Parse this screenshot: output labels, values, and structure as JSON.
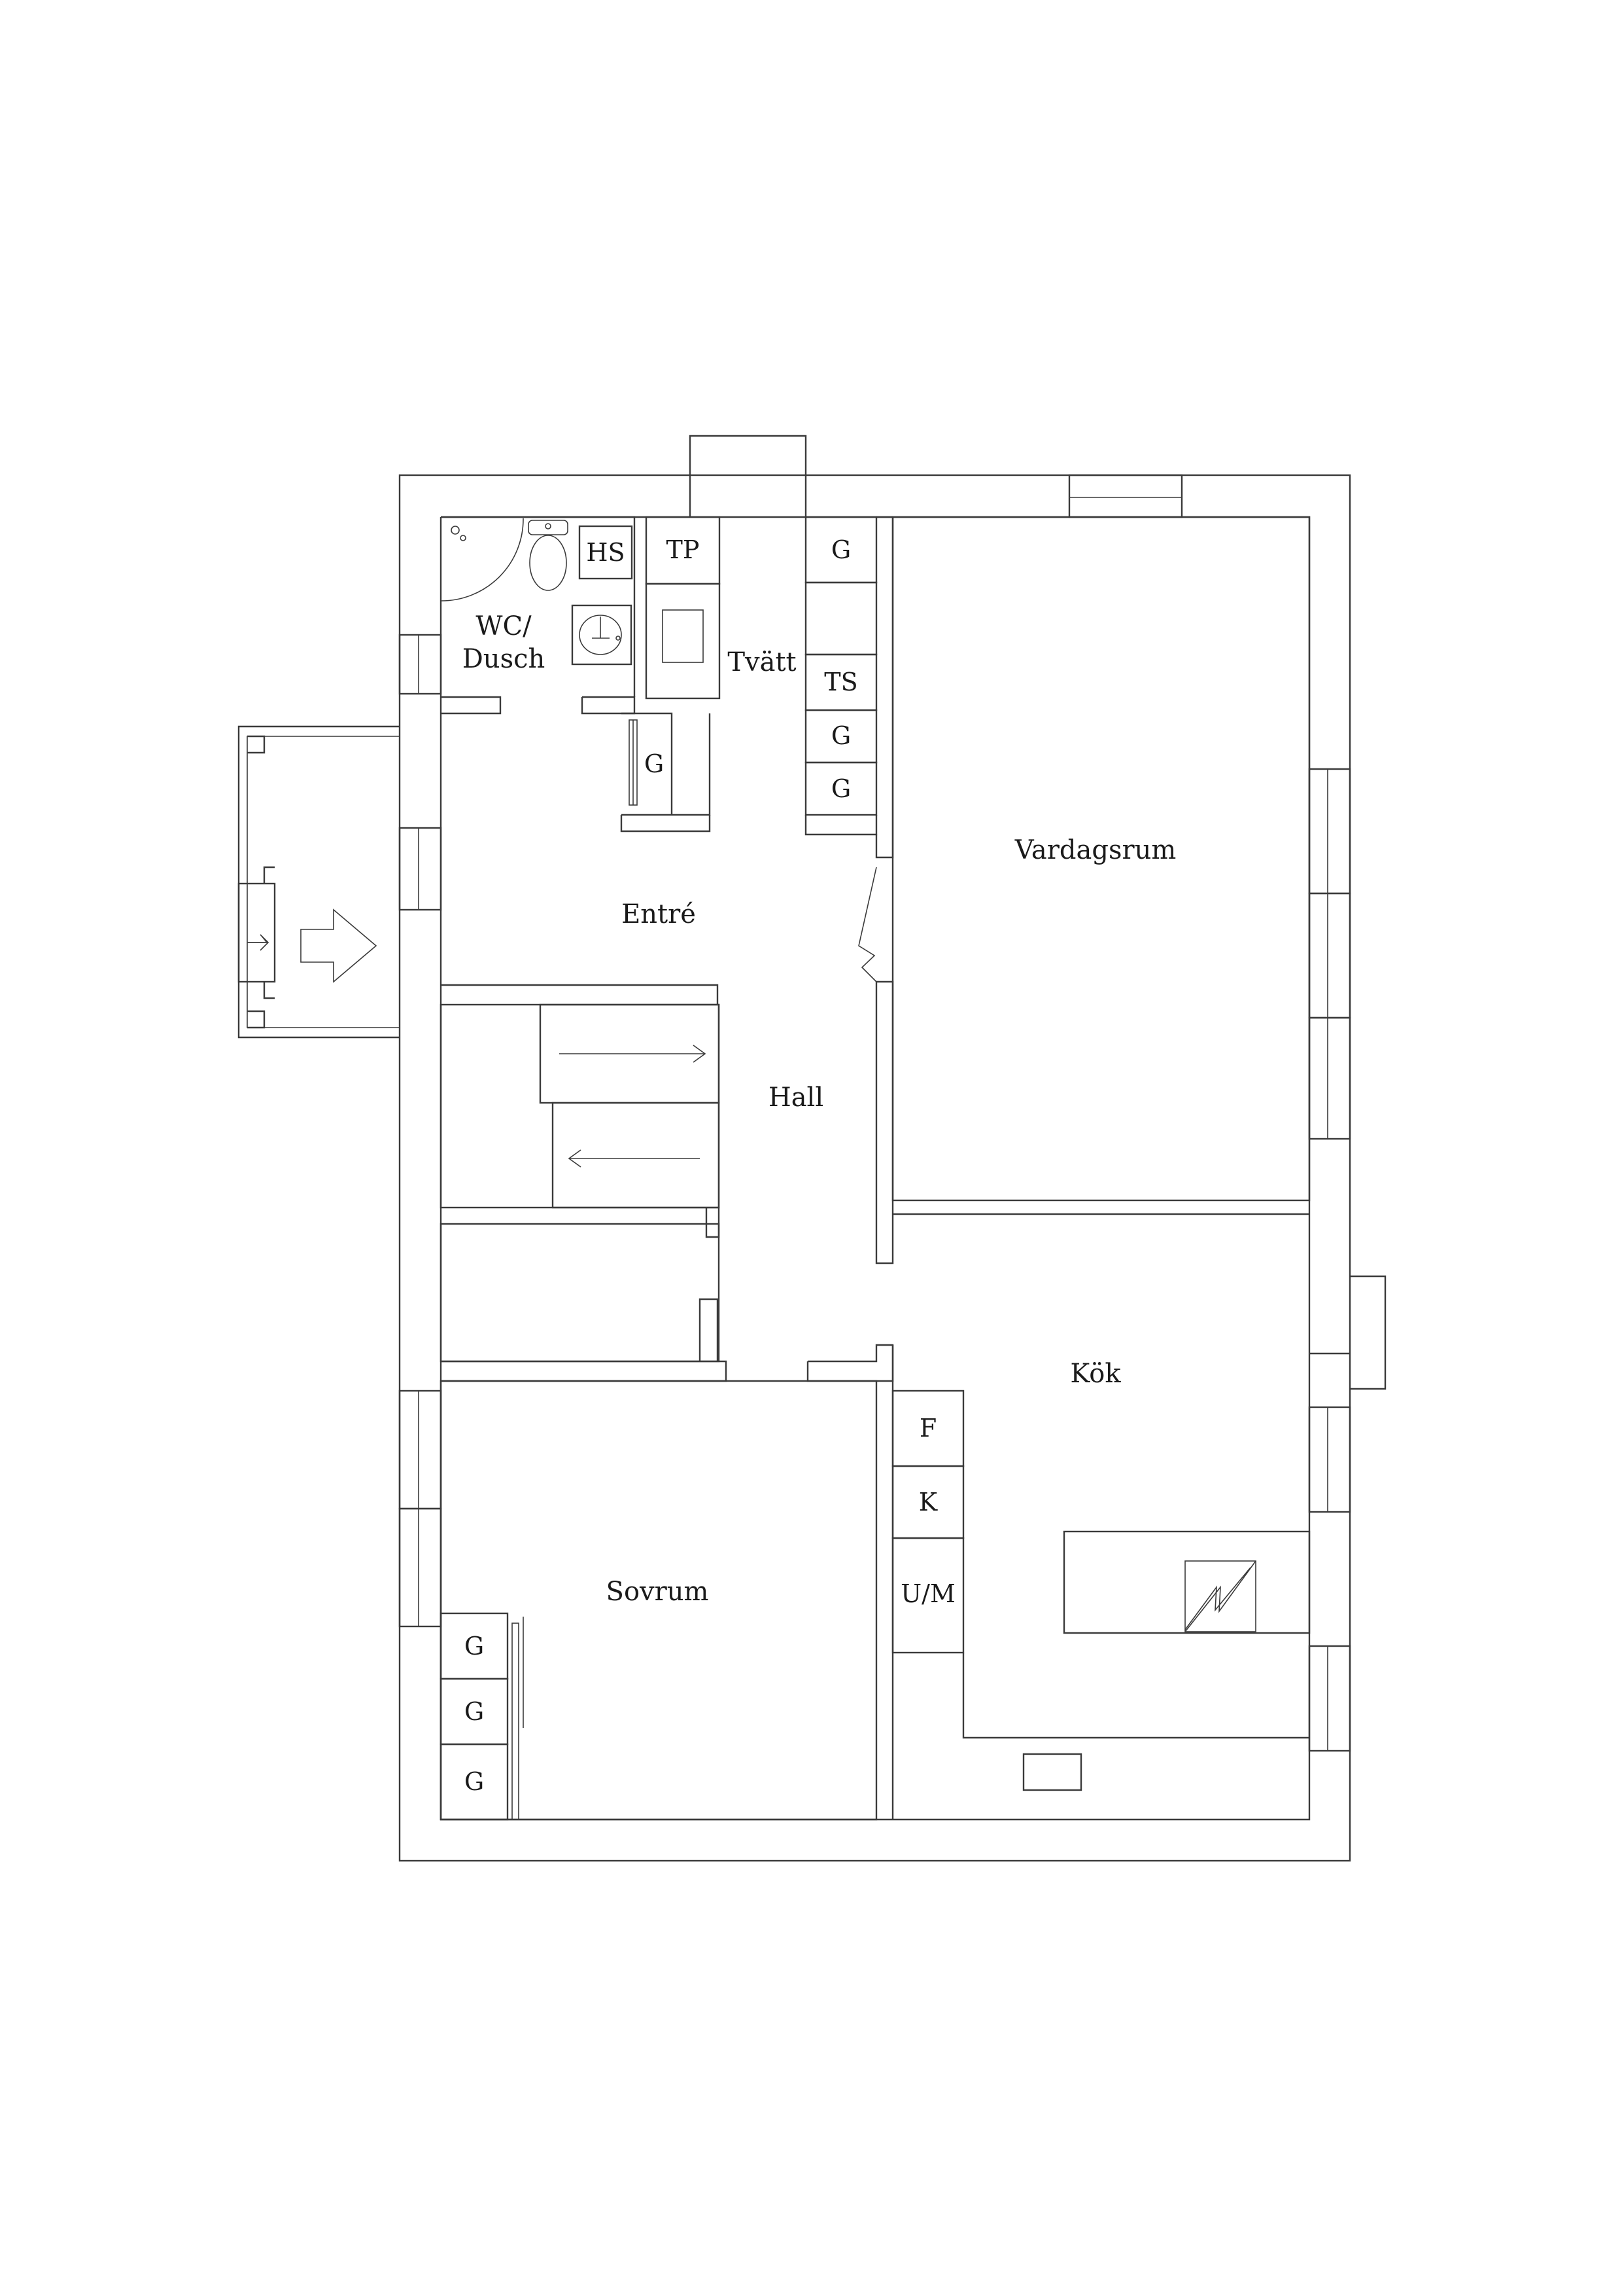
{
  "rooms": {
    "wc_line1": "WC/",
    "wc_line2": "Dusch",
    "tvatt": "Tvätt",
    "entre": "Entré",
    "hall": "Hall",
    "vardagsrum": "Vardagsrum",
    "kok": "Kök",
    "sovrum": "Sovrum"
  },
  "fixtures": {
    "hs": "HS",
    "tp": "TP",
    "ts": "TS",
    "g": "G",
    "f": "F",
    "k": "K",
    "um": "U/M"
  },
  "colors": {
    "line": "#3a3a3a",
    "background": "#ffffff"
  }
}
